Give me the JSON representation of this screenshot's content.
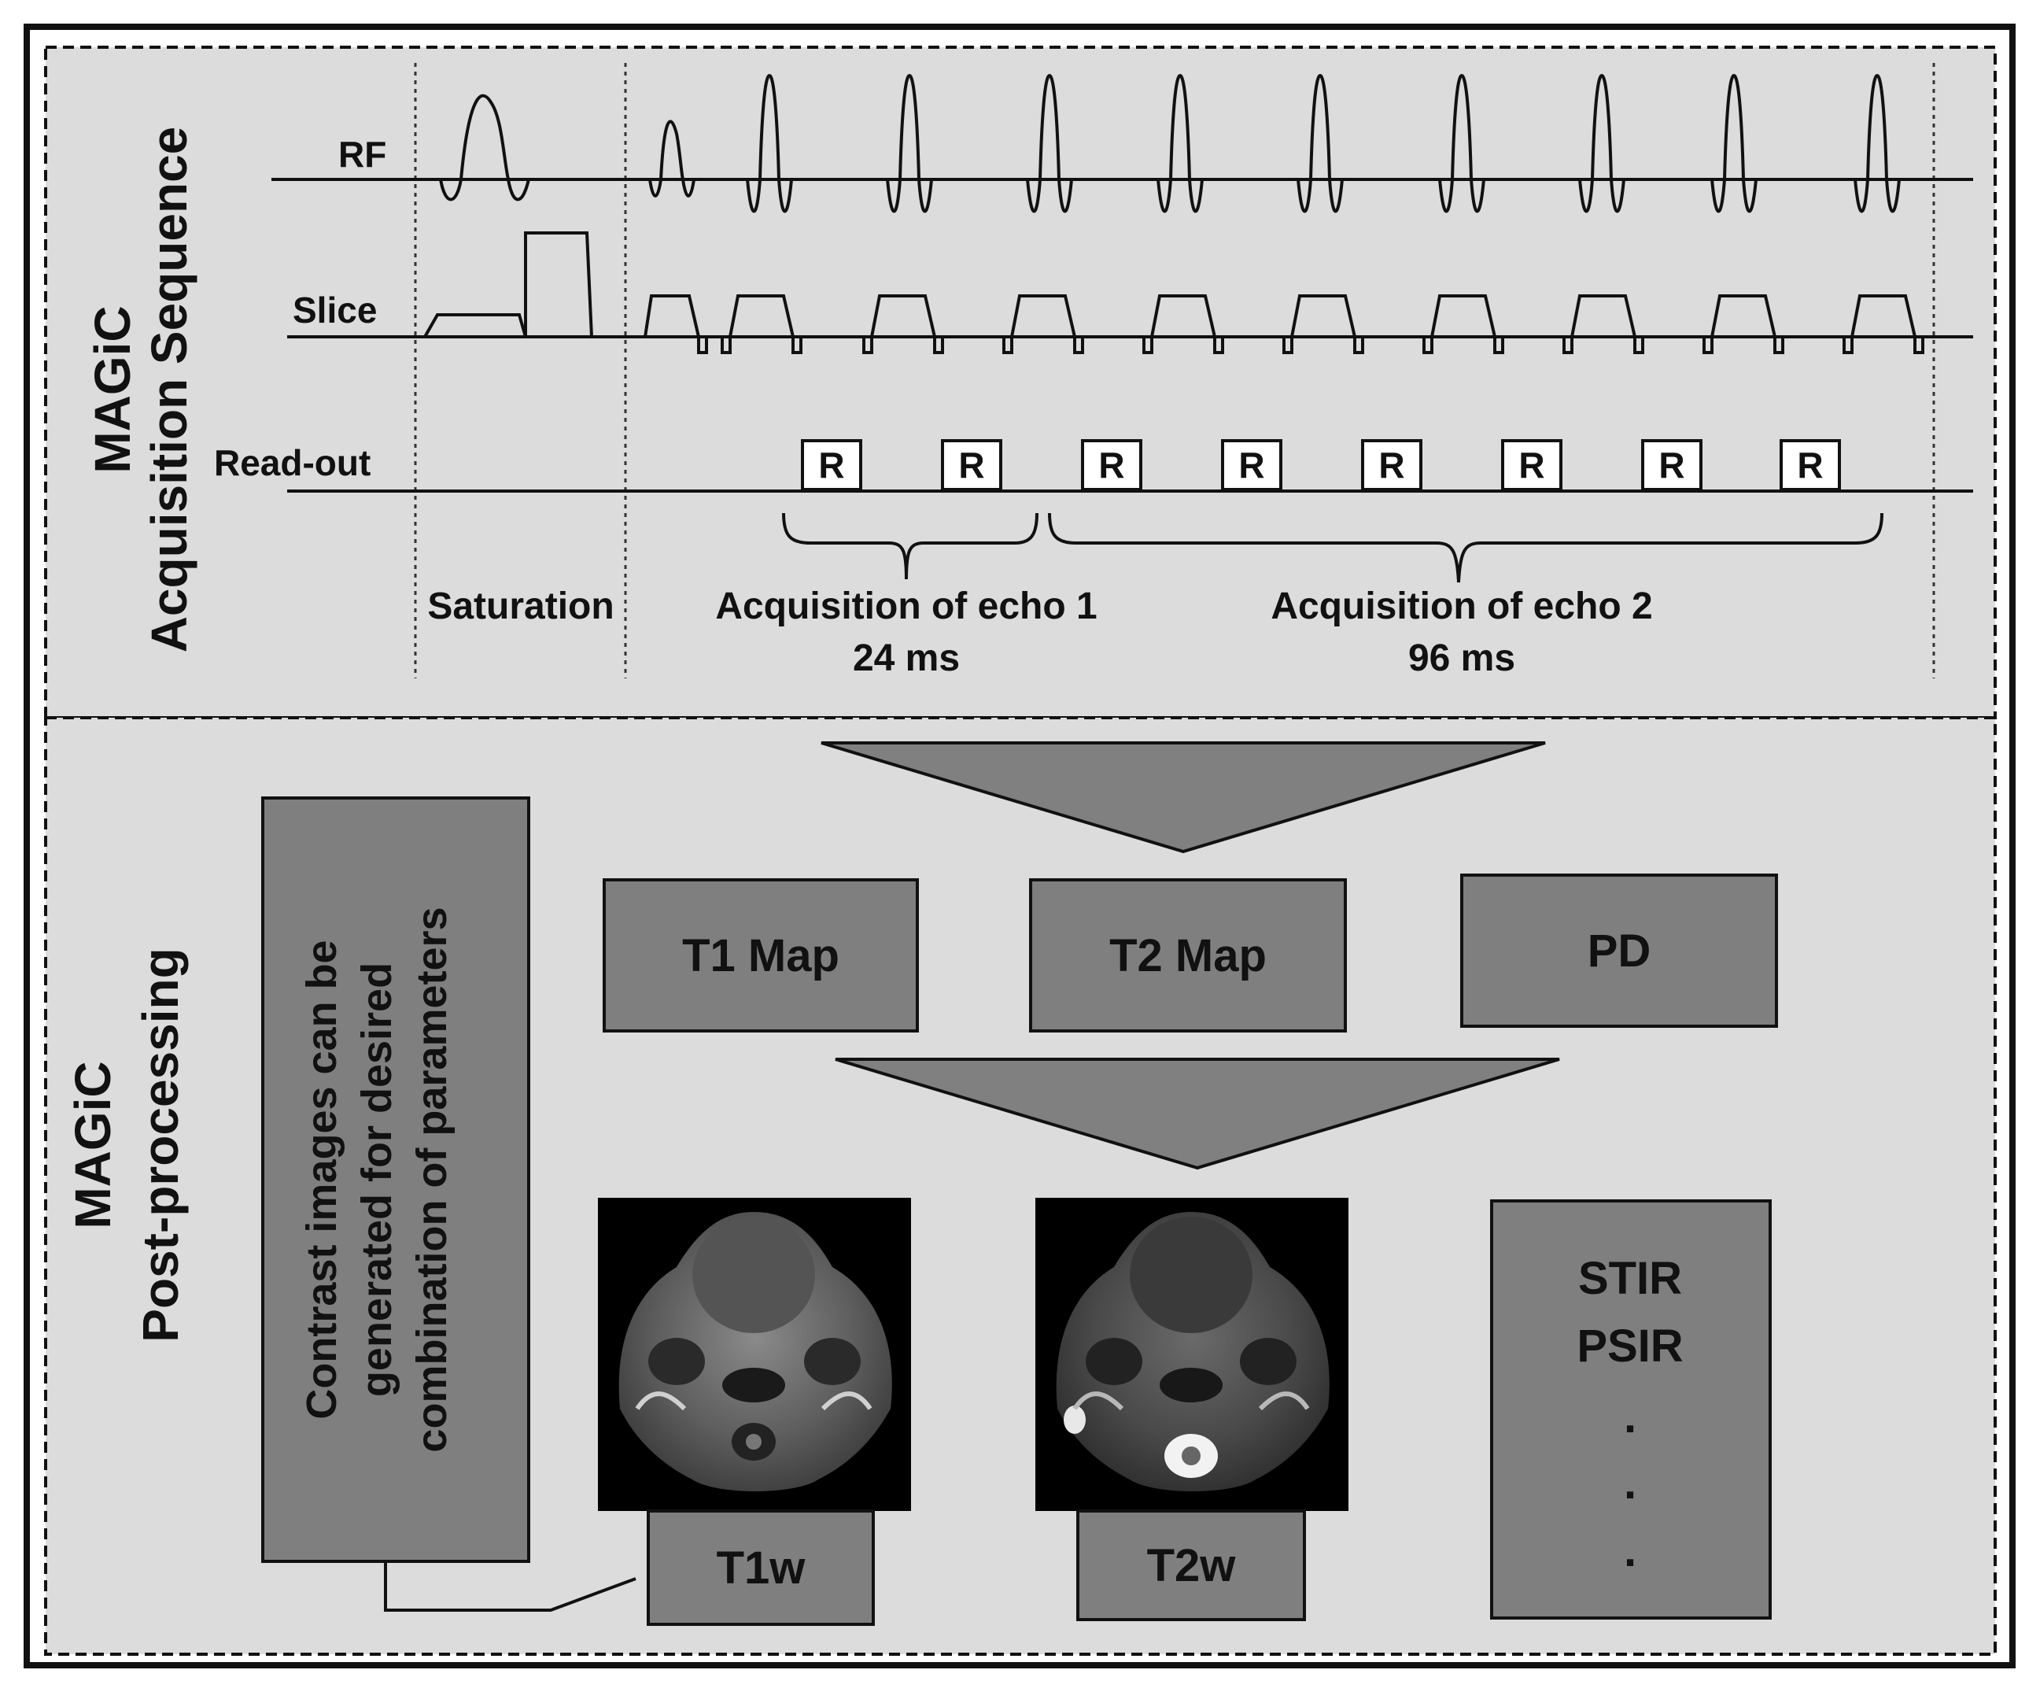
{
  "sections": {
    "acquisition": {
      "title_line1": "MAGiC",
      "title_line2": "Acquisition Sequence",
      "rows": {
        "rf": "RF",
        "slice": "Slice",
        "readout": "Read-out"
      },
      "readout_marker": "R",
      "phases": {
        "saturation": "Saturation",
        "echo1": "Acquisition of echo 1",
        "echo1_time": "24 ms",
        "echo2": "Acquisition of echo 2",
        "echo2_time": "96 ms"
      }
    },
    "postprocessing": {
      "title_line1": "MAGiC",
      "title_line2": "Post-processing",
      "side_note": [
        "Contrast images can be",
        "generated for desired",
        "combination of parameters"
      ],
      "maps": [
        "T1 Map",
        "T2 Map",
        "PD"
      ],
      "weighted": [
        "T1w",
        "T2w"
      ],
      "other_list": [
        "STIR",
        "PSIR",
        ".",
        ".",
        "."
      ]
    }
  },
  "colors": {
    "panel_bg": "#dcdcdc",
    "box_fill": "#7f7f7f",
    "arrow_fill": "#808080",
    "line": "#111111",
    "mri_bg": "#000000"
  }
}
